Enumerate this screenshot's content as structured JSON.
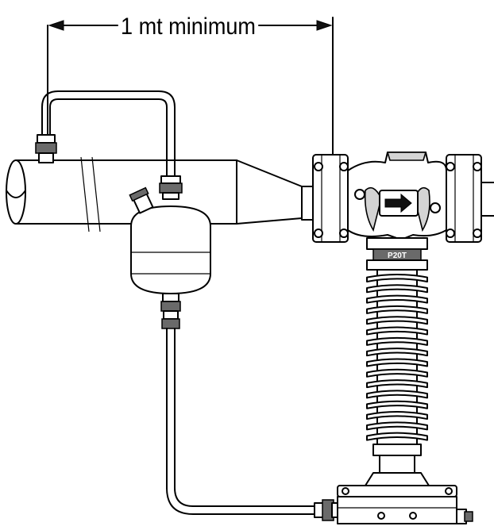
{
  "diagram": {
    "dimension_label": "1 mt minimum",
    "valve_marking": "P20T",
    "components": {
      "pipe": "pipe-line",
      "condensate_pot": "condensate-pot",
      "impulse_line": "impulse-line",
      "valve_body": "pressure-reducing-valve",
      "flow_arrow": "flow-direction-arrow-icon",
      "spring": "set-point-spring",
      "diaphragm": "diaphragm-actuator"
    },
    "colors": {
      "line": "#000000",
      "fill": "#ffffff",
      "shade": "#d4d4d4"
    }
  }
}
